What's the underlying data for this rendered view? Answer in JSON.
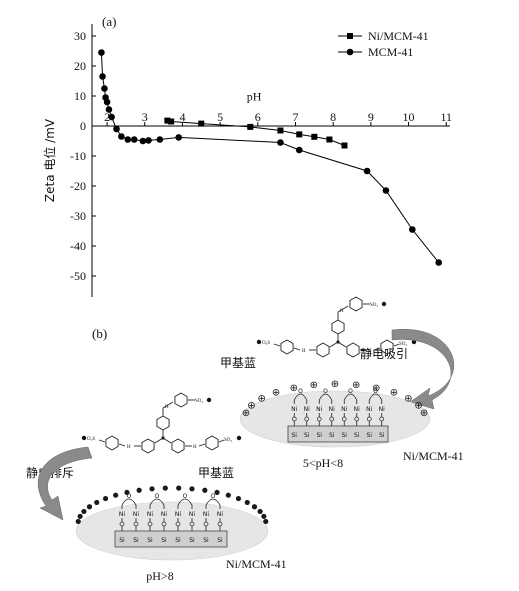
{
  "chart_data": {
    "type": "line",
    "panel_label": "(a)",
    "ylabel": "Zeta 电位 /mV",
    "xlabel": "pH",
    "xlim": [
      1.6,
      11.1
    ],
    "ylim": [
      -57,
      34
    ],
    "x_ticks": [
      2,
      3,
      4,
      5,
      6,
      7,
      8,
      9,
      10,
      11
    ],
    "y_ticks": [
      30,
      20,
      10,
      0,
      -10,
      -20,
      -30,
      -40,
      -50
    ],
    "grid": false,
    "legend_position": "top-right",
    "series": [
      {
        "name": "Ni/MCM-41",
        "marker": "square",
        "x": [
          3.6,
          3.7,
          4.5,
          5.8,
          6.6,
          7.1,
          7.5,
          7.9,
          8.3
        ],
        "y": [
          1.8,
          1.5,
          0.8,
          -0.3,
          -1.5,
          -2.8,
          -3.6,
          -4.5,
          -6.5
        ]
      },
      {
        "name": "MCM-41",
        "marker": "circle",
        "x": [
          1.85,
          1.88,
          1.93,
          1.96,
          2.0,
          2.05,
          2.12,
          2.25,
          2.38,
          2.55,
          2.72,
          2.95,
          3.1,
          3.4,
          3.9,
          6.6,
          7.1,
          8.9,
          9.4,
          10.1,
          10.8
        ],
        "y": [
          24.5,
          16.5,
          12.5,
          9.5,
          8.0,
          5.5,
          3.0,
          -1.0,
          -3.5,
          -4.5,
          -4.5,
          -5.0,
          -4.8,
          -4.5,
          -3.8,
          -5.5,
          -8.0,
          -15.0,
          -21.5,
          -34.5,
          -45.5
        ]
      }
    ]
  },
  "diagram": {
    "panel_label": "(b)",
    "top": {
      "molecule_label": "甲基蓝",
      "interaction_label": "静电吸引",
      "support_label": "Ni/MCM-41",
      "range_label": "5<pH<8",
      "surface_charge_symbol": "⊕"
    },
    "bottom": {
      "molecule_label": "甲基蓝",
      "interaction_label": "静电排斥",
      "support_label": "Ni/MCM-41",
      "range_label": "pH>8"
    },
    "atom_labels": {
      "oxygen": "O",
      "nickel": "Ni",
      "silicon": "Si"
    },
    "molecule_group_labels": {
      "sulfonate_group": "SO₃",
      "amine_group": "H",
      "left_end_group": "O₃S"
    },
    "colors": {
      "ellipse_fill": "#e6e6e6",
      "support_rect_fill": "#cfcfcf",
      "arrow_fill": "#8a8a8a",
      "negative_dot": "#1a1a1a"
    }
  }
}
